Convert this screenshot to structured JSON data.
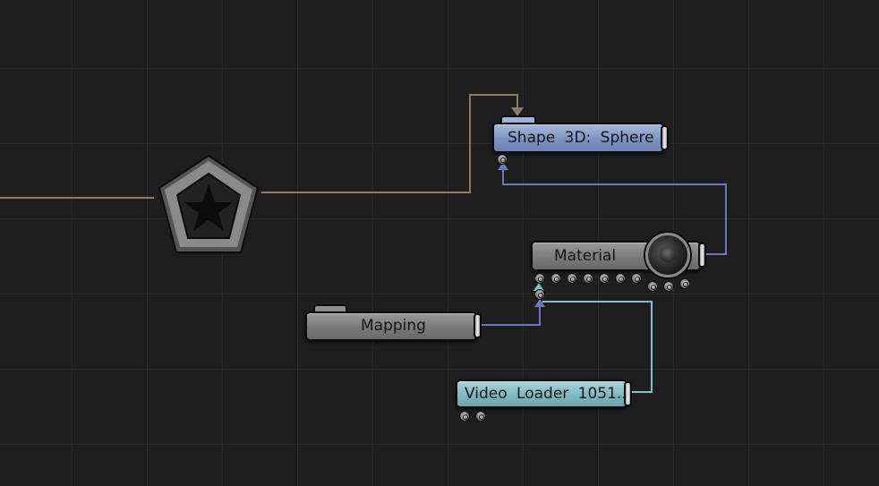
{
  "canvas": {
    "background": "#1e1e1e",
    "grid_color": "#2a2a2a"
  },
  "nodes": {
    "shape3d": {
      "label": "Shape 3D: Sphere",
      "color": "#8b9ecb"
    },
    "material": {
      "label": "Material",
      "color": "#7a7a7a"
    },
    "mapping": {
      "label": "Mapping",
      "color": "#7a7a7a"
    },
    "video_loader": {
      "label": "Video Loader 1051...",
      "color": "#85bcc2"
    },
    "star": {
      "icon": "star-icon",
      "color": "#7d7d7d"
    }
  },
  "wire_colors": {
    "star_to_shape": "#8a7a68",
    "material_to_shape": "#6c77c0",
    "mapping_to_material": "#6c77c0",
    "video_to_material": "#7cc0c8"
  }
}
